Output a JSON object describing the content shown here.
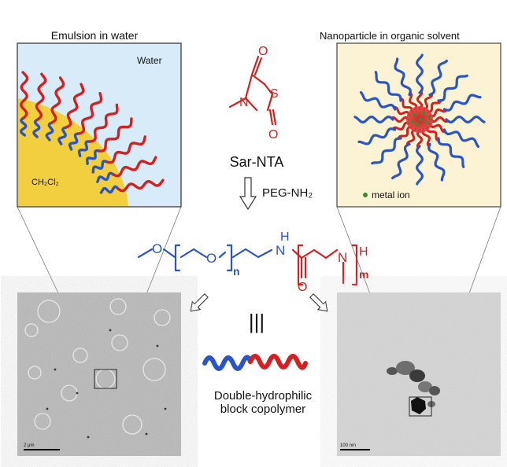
{
  "left_panel": {
    "title": "Emulsion in water",
    "water_label": "Water",
    "solvent_label": "CH₂Cl₂"
  },
  "right_panel": {
    "title": "Nanoparticle in organic solvent",
    "legend_label": "metal ion"
  },
  "center": {
    "monomer_name": "Sar-NTA",
    "reagent": "PEG-NH₂",
    "equivalence_symbol": "|||",
    "copolymer_line1": "Double-hydrophilic",
    "copolymer_line2": "block copolymer"
  },
  "formula": {
    "atom_o1": "O",
    "atom_o2": "O",
    "sub_n": "n",
    "atom_nh_n": "N",
    "atom_nh_h": "H",
    "atom_o3": "O",
    "atom_n2": "N",
    "atom_h_end": "H",
    "sub_m": "m"
  },
  "ring": {
    "atom_o_top": "O",
    "atom_s": "S",
    "atom_n": "N",
    "atom_o_bottom": "O"
  },
  "micrographs": {
    "left_scale": "2 μm",
    "right_scale": "100 nm"
  },
  "colors": {
    "peg_blue": "#2a55c8",
    "psar_red": "#d42020",
    "water_bg": "#d7ebf8",
    "solvent_yellow": "#f2cf3e",
    "right_panel_bg": "#fbf3d4",
    "metal_green": "#3f8a2a"
  }
}
